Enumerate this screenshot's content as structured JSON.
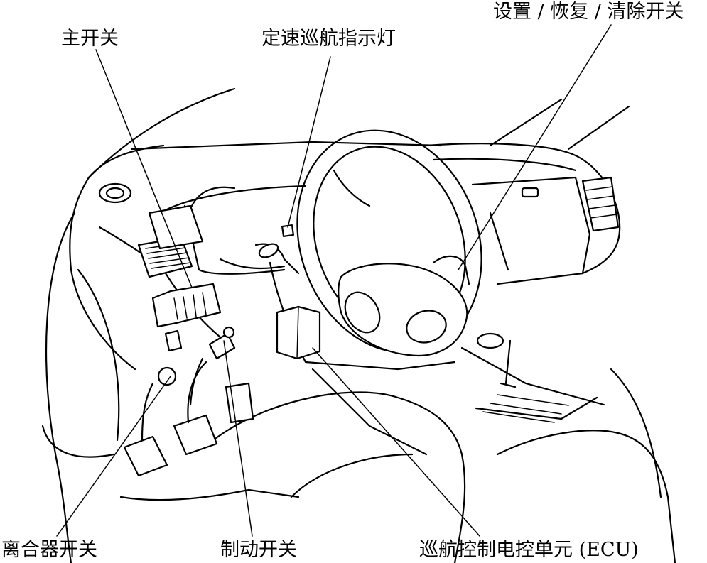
{
  "labels": {
    "main_switch": "主开关",
    "cruise_indicator": "定速巡航指示灯",
    "set_resume_cancel": "设置 / 恢复 / 清除开关",
    "clutch_switch": "离合器开关",
    "brake_switch": "制动开关",
    "cruise_ecu": "巡航控制电控单元 (ECU)"
  }
}
